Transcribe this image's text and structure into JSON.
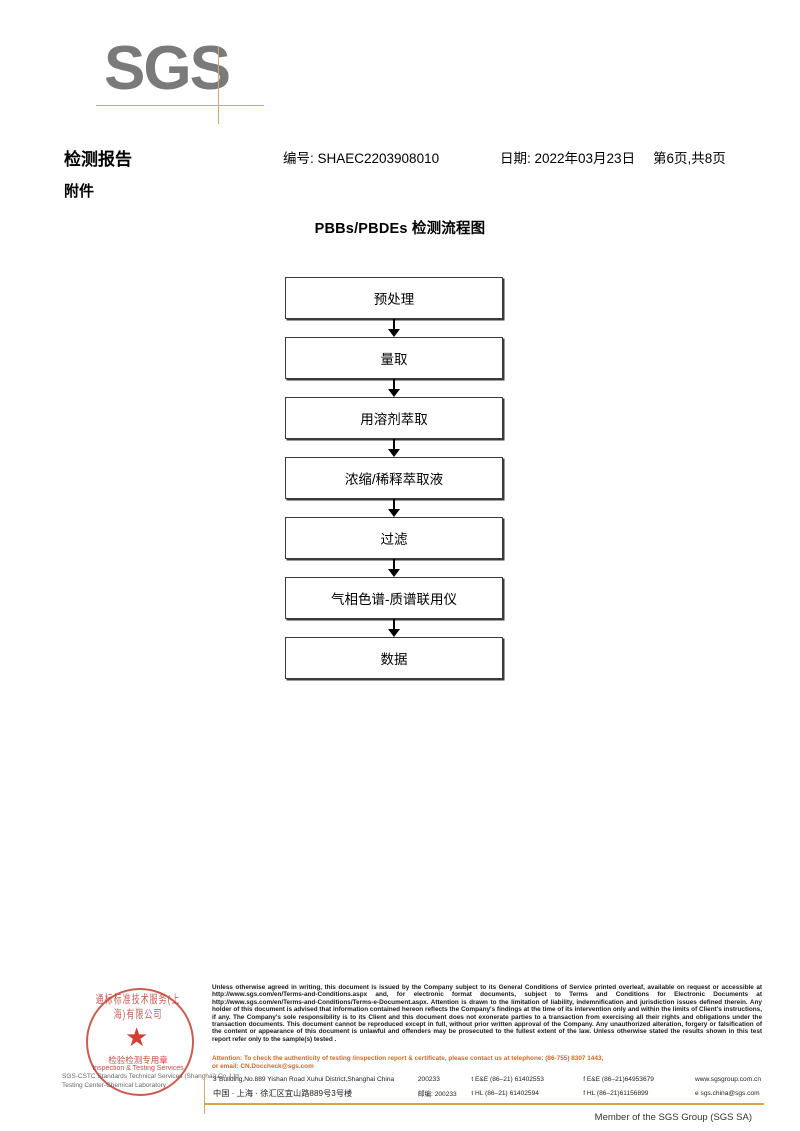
{
  "logo": {
    "text": "SGS"
  },
  "header": {
    "title": "检测报告",
    "attachment_label": "附件",
    "report_no": "编号: SHAEC2203908010",
    "date": "日期: 2022年03月23日",
    "page": "第6页,共8页"
  },
  "flowchart": {
    "title": "PBBs/PBDEs 检测流程图",
    "type": "flow",
    "nodes": [
      {
        "label": "预处理"
      },
      {
        "label": "量取"
      },
      {
        "label": "用溶剂萃取"
      },
      {
        "label": "浓缩/稀释萃取液"
      },
      {
        "label": "过滤"
      },
      {
        "label": "气相色谱-质谱联用仪"
      },
      {
        "label": "数据"
      }
    ]
  },
  "seal": {
    "arc_text": "通标标准技术服务(上海)有限公司",
    "cn_line": "检验检测专用章",
    "en_line": "Inspection & Testing Services",
    "company_line_1": "SGS-CSTC Standards Technical Services (Shanghai) Co.,Ltd.",
    "company_line_2": "Testing Center-Chemical Laboratory",
    "star": "★"
  },
  "footer": {
    "fineprint": "Unless otherwise agreed in writing, this document is issued by the Company subject to its General Conditions of Service printed overleaf, available on request or accessible at http://www.sgs.com/en/Terms-and-Conditions.aspx and, for electronic format documents, subject to Terms and Conditions for Electronic Documents at http://www.sgs.com/en/Terms-and-Conditions/Terms-e-Document.aspx. Attention is drawn to the limitation of liability, indemnification and jurisdiction issues defined therein. Any holder of this document is advised that information contained hereon reflects the Company's findings at the time of its intervention only and within the limits of Client's instructions, if any. The Company's sole responsibility is to its Client and this document does not exonerate parties to a transaction from exercising all their rights and obligations under the transaction documents. This document cannot be reproduced except in full, without prior written approval of the Company. Any unauthorized alteration, forgery or falsification of the content or appearance of this document is unlawful and offenders may be prosecuted to the fullest extent of the law. Unless otherwise stated the results shown in this test report refer only to the sample(s) tested .",
    "attention_line_1": "Attention: To check the authenticity of testing /inspection report & certificate, please contact us at telephone: (86-755) 8307 1443,",
    "attention_line_2": "or email: CN.Doccheck@sgs.com",
    "address_rows": [
      {
        "address": "3″Building,No.889 Yishan Road Xuhui District,Shanghai China",
        "zip": "200233",
        "tel": "t E&E (86–21) 61402553",
        "fax": "f E&E (86–21)64953679",
        "web": "www.sgsgroup.com.cn"
      },
      {
        "address": "中国 · 上海 · 徐汇区宜山路889号3号楼",
        "zip": "邮编: 200233",
        "tel": "t HL (86–21) 61402594",
        "fax": "f HL (86–21)61156899",
        "web": "e sgs.china@sgs.com"
      }
    ],
    "member_line": "Member of the SGS Group (SGS SA)"
  },
  "colors": {
    "logo_gray": "#7a7a7a",
    "rule_tan": "#c9a87c",
    "attention_orange": "#d2691e",
    "seal_red": "#c0392b",
    "footer_rule": "#d9a441"
  }
}
